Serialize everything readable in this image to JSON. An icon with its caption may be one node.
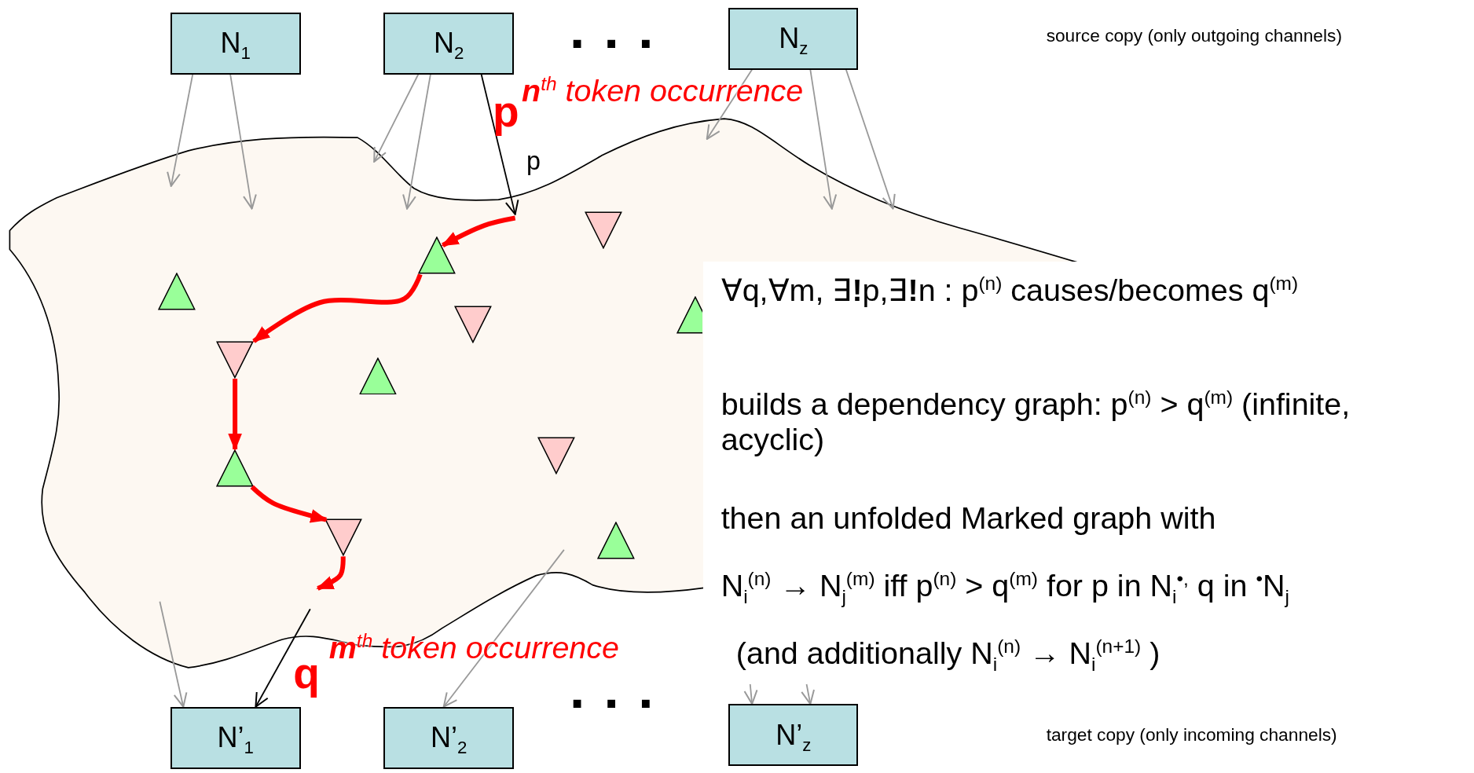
{
  "diagram": {
    "nodes": [
      {
        "text": [
          "N$_{1}$"
        ]
      },
      {
        "text": [
          "N$_{2}$"
        ]
      },
      {
        "text": [
          "N$_{z}$"
        ]
      },
      {
        "text": [
          "N’$_{1}$"
        ]
      },
      {
        "text": [
          "N’$_{2}$"
        ]
      },
      {
        "text": [
          "N’$_{z}$"
        ]
      },
      {
        "text": [],
        "shape": "cloud"
      },
      {
        "text": [],
        "shape": "triangle",
        "in": 6
      },
      {
        "text": [],
        "shape": "triangle",
        "in": 6
      },
      {
        "text": [],
        "shape": "triangle",
        "in": 6
      },
      {
        "text": [],
        "shape": "triangle",
        "in": 6
      },
      {
        "text": [],
        "shape": "triangle",
        "in": 6
      },
      {
        "text": [],
        "shape": "triangle",
        "in": 6
      },
      {
        "text": [],
        "shape": "triangle",
        "in": 6
      },
      {
        "text": [],
        "shape": "triangle",
        "in": 6
      },
      {
        "text": [],
        "shape": "triangle",
        "in": 6
      },
      {
        "text": [],
        "shape": "triangle",
        "in": 6
      },
      {
        "text": [],
        "shape": "triangle",
        "in": 6
      }
    ],
    "edges": [
      {
        "from": 0,
        "to": 6,
        "arrow": "to"
      },
      {
        "from": 0,
        "to": 6,
        "arrow": "to"
      },
      {
        "from": 1,
        "to": 6,
        "arrow": "to"
      },
      {
        "from": 1,
        "to": 6,
        "arrow": "to"
      },
      {
        "from": 1,
        "to": 6,
        "arrow": "to",
        "label": "p",
        "color": "#000000"
      },
      {
        "from": 2,
        "to": 6,
        "arrow": "to"
      },
      {
        "from": 2,
        "to": 6,
        "arrow": "to"
      },
      {
        "from": 2,
        "to": 6,
        "arrow": "to"
      },
      {
        "from": null,
        "to": 8,
        "arrow": "to",
        "style": "thick",
        "color": "#ff0000"
      },
      {
        "from": 8,
        "to": 12,
        "arrow": "to",
        "style": "thick",
        "color": "#ff0000"
      },
      {
        "from": 12,
        "to": 15,
        "arrow": "to",
        "style": "thick",
        "color": "#ff0000"
      },
      {
        "from": 15,
        "to": 16,
        "arrow": "to",
        "style": "thick",
        "color": "#ff0000"
      },
      {
        "from": 16,
        "to": null,
        "arrow": "to",
        "style": "thick",
        "color": "#ff0000"
      },
      {
        "from": null,
        "to": 3,
        "arrow": "to"
      },
      {
        "from": 6,
        "to": 3,
        "arrow": "to",
        "color": "#000000"
      },
      {
        "from": 6,
        "to": 4,
        "arrow": "to"
      },
      {
        "from": null,
        "to": 5,
        "arrow": "to"
      },
      {
        "from": null,
        "to": 5,
        "arrow": "to"
      }
    ],
    "labels": [
      "source copy (only outgoing channels)",
      "...",
      "p",
      "**n**$^{th}$ token occurrence",
      "∀q,∀m, ∃**!**p,∃**!**n : p$^{(n)}$ causes/becomes q$^{(m)}$",
      "builds a dependency graph: p$^{(n)}$ > q$^{(m)}$ (infinite, acyclic)",
      "then an unfolded Marked graph with",
      "N$_{i}$$^{(n)}$ → N$_{j}$$^{(m)}$ iff p$^{(n)}$ > q$^{(m)}$ for p in N$_{i}$$^{•,}$ q in $^{•}$N$_{j}$",
      "(and additionally N$_{i}$$^{(n)}$ → N$_{i}$$^{(n+1)}$ )",
      "q",
      "**m**$^{th}$ token occurrence",
      "...",
      "target copy (only incoming channels)"
    ]
  }
}
